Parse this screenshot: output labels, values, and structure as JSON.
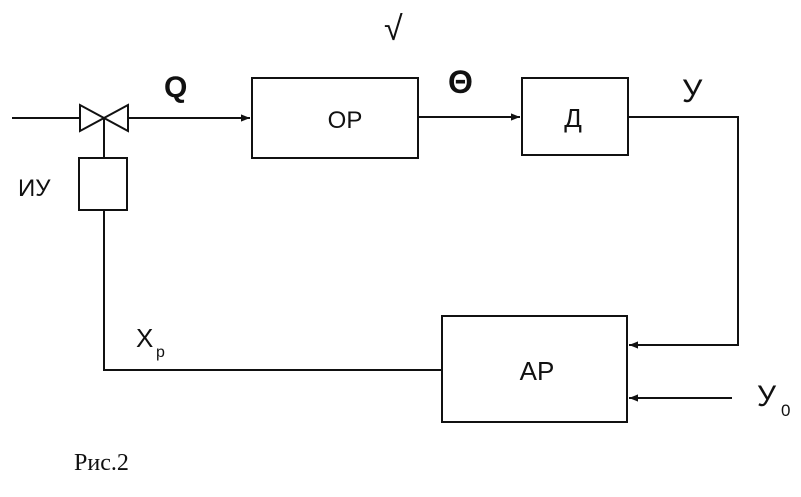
{
  "diagram": {
    "check_mark": "√",
    "blocks": {
      "object": "ОР",
      "sensor": "Д",
      "regulator": "АР",
      "actuator_label": "ИУ"
    },
    "signals": {
      "flow": "Q",
      "theta": "Θ",
      "output": "У",
      "setpoint": "У",
      "setpoint_sub": "0",
      "control": "Х",
      "control_sub": "р"
    },
    "caption": "Рис.2"
  }
}
